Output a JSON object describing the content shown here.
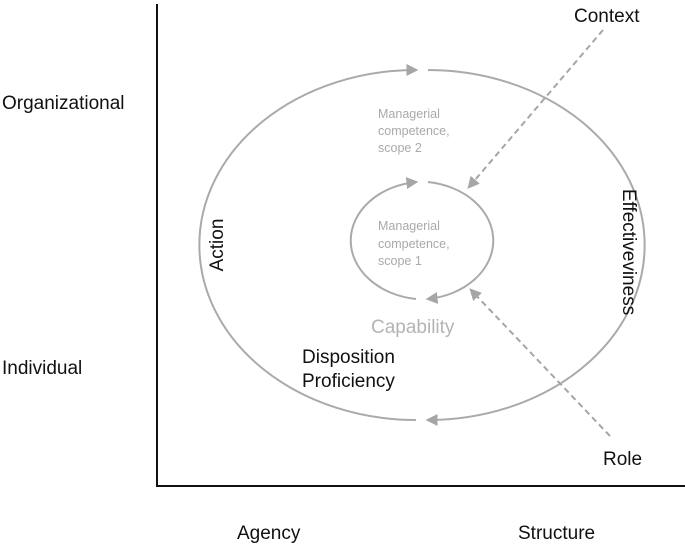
{
  "axes": {
    "y_top": "Organizational",
    "y_bottom": "Individual",
    "x_left": "Agency",
    "x_right": "Structure"
  },
  "outer_cycle": {
    "left_label": "Action",
    "right_label": "Effectiveviness",
    "inner_text": [
      "Managerial",
      "competence,",
      "scope 2"
    ],
    "bottom_text": [
      "Disposition",
      "Proficiency"
    ]
  },
  "inner_cycle": {
    "inner_text": [
      "Managerial",
      "competence,",
      "scope 1"
    ],
    "below_label": "Capability"
  },
  "influences": {
    "top": "Context",
    "bottom": "Role"
  },
  "colors": {
    "axis": "#111111",
    "cycle": "#aaaaaa",
    "dashed_arrow": "#a6a6a6",
    "grey_text": "#a9a9a9"
  }
}
